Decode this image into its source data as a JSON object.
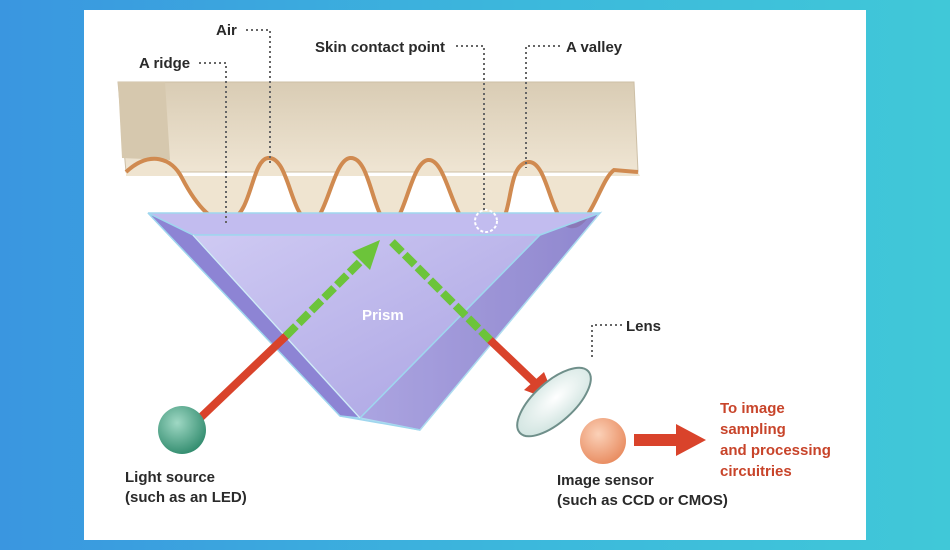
{
  "labels": {
    "air": "Air",
    "ridge": "A ridge",
    "contact": "Skin contact point",
    "valley": "A valley",
    "prism": "Prism",
    "lens": "Lens",
    "light_source_line1": "Light source",
    "light_source_line2": "(such as an LED)",
    "sensor_line1": "Image sensor",
    "sensor_line2": "(such as CCD or CMOS)",
    "output_line1": "To image",
    "output_line2": "sampling",
    "output_line3": "and processing",
    "output_line4": "circuitries"
  },
  "colors": {
    "background_left": "#3a96e0",
    "background_right": "#40c8d8",
    "skin": "#e8dcc8",
    "skin_outline": "#d08a50",
    "prism": "#b9b4ea",
    "prism_dark": "#8a80d0",
    "light_ray": "#d9432b",
    "reflected_ray": "#6cc43a",
    "led": "#3a9a7c",
    "sensor": "#f0a078",
    "output_text": "#c8442a"
  }
}
